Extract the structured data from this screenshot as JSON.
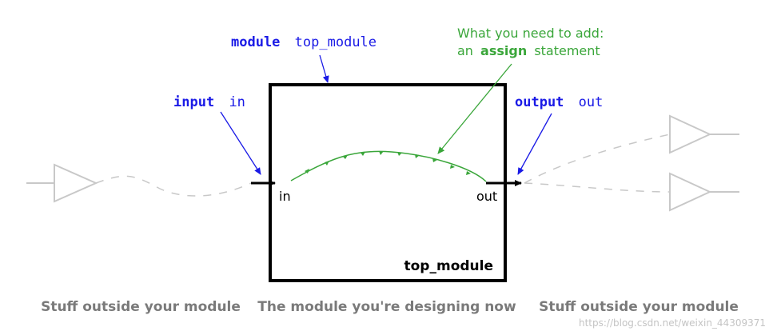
{
  "module_label": {
    "keyword": "module",
    "name": "top_module"
  },
  "input_label": {
    "keyword": "input",
    "name": "in"
  },
  "output_label": {
    "keyword": "output",
    "name": "out"
  },
  "annotation": {
    "line1": "What you need to add:",
    "line2_prefix": "an",
    "line2_keyword": "assign",
    "line2_suffix": "statement"
  },
  "box": {
    "in_port": "in",
    "out_port": "out",
    "title": "top_module"
  },
  "captions": {
    "left": "Stuff outside your module",
    "center": "The module you're designing now",
    "right": "Stuff outside your module"
  },
  "watermark": "https://blog.csdn.net/weixin_44309371",
  "colors": {
    "keyword_blue": "#1a1ae6",
    "green": "#3aa63a",
    "gray": "#c8c8c8",
    "caption_gray": "#7a7a7a",
    "black": "#000000"
  }
}
